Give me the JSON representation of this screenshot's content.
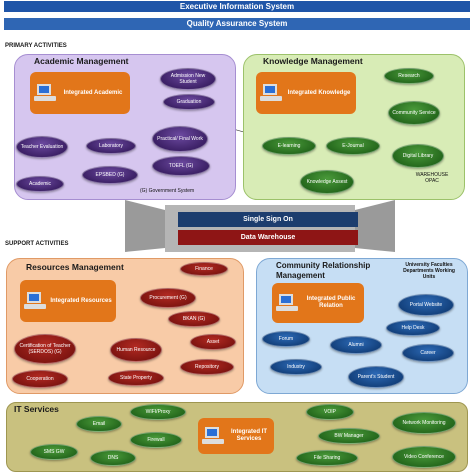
{
  "header": {
    "executive": "Executive Information System",
    "quality": "Quality Assurance System"
  },
  "sections": {
    "primary": "PRIMARY ACTIVITIES",
    "support": "SUPPORT ACTIVITIES"
  },
  "academic": {
    "title": "Academic Management",
    "core": "Integrated Academic",
    "nodes": [
      "Admission New Student",
      "Graduation",
      "Teacher Evaluation",
      "Laboratory",
      "Practical/ Final Work",
      "Academic",
      "EPSBED (G)",
      "TOEFL (G)"
    ],
    "gov": "(G) Government System"
  },
  "knowledge": {
    "title": "Knowledge Management",
    "core": "Integrated Knowledge",
    "nodes": [
      "Research",
      "Community Service",
      "E-learning",
      "E-Journal",
      "Digital Library",
      "Knowledge Assest"
    ],
    "warehouse_label": "WAREHOUSE OPAC"
  },
  "middle": {
    "sso": "Single Sign On",
    "dw": "Data Warehouse"
  },
  "resources": {
    "title": "Resources Management",
    "core": "Integrated Resources",
    "nodes": [
      "Finance",
      "Procurement (G)",
      "BKAN (G)",
      "Certification of Teacher (SERDOS) (G)",
      "Human Resource",
      "Asset",
      "Repository",
      "Cooperation",
      "State Property"
    ]
  },
  "community": {
    "title": "Community Relationship Management",
    "core": "Integrated Public Relation",
    "side_label": "University Faculties Departments Working Units",
    "nodes": [
      "Portal Website",
      "Help Desk",
      "Forum",
      "Alumni",
      "Career",
      "Industry",
      "Parent's Student"
    ]
  },
  "it": {
    "title": "IT Services",
    "core": "Integrated IT Services",
    "nodes": [
      "Email",
      "WIFI/Proxy",
      "VOIP",
      "Network Monitoring",
      "Firewall",
      "BW Manager",
      "SMS GW",
      "DNS",
      "File Sharing",
      "Video Conference"
    ]
  },
  "colors": {
    "header_blue": "#1f55a8",
    "academic_panel": "#d6c6ef",
    "knowledge_panel": "#d8ecb6",
    "resources_panel": "#f8cba7",
    "community_panel": "#c6def4",
    "it_panel": "#c9c17f",
    "core_orange": "#e2761a"
  }
}
